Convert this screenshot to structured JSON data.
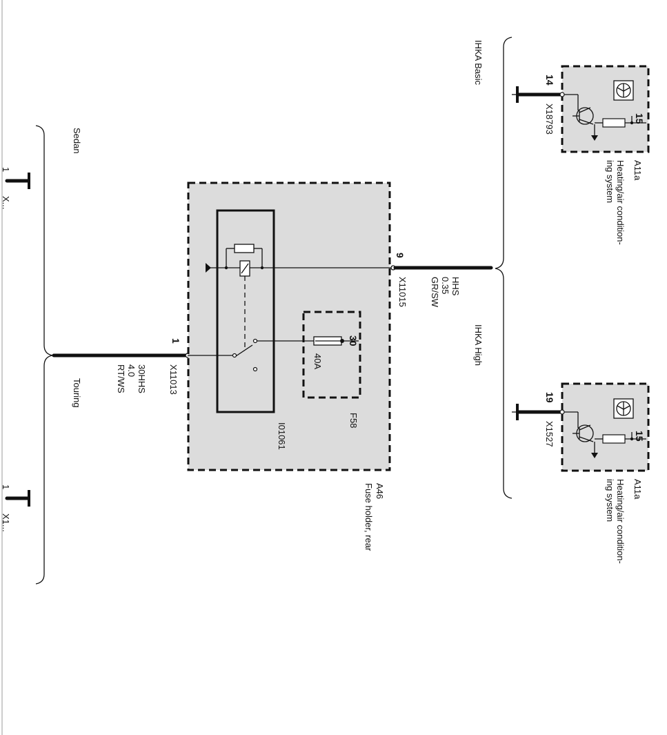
{
  "variants": {
    "sedan": "Sedan",
    "touring": "Touring",
    "ihka_basic": "IHKA Basic",
    "ihka_high": "IHKA High"
  },
  "fuse_holder": {
    "id": "A46",
    "name": "Fuse holder, rear",
    "relay_id": "I01061",
    "fuse": {
      "id": "F58",
      "rating": "40A",
      "terminal": "30"
    }
  },
  "connectors": {
    "x11013": {
      "id": "X11013",
      "pin": "1",
      "signal": "30HHS",
      "size": "4.0",
      "color": "RT/WS"
    },
    "x11015": {
      "id": "X11015",
      "pin": "9",
      "signal": "HHS",
      "size": "0.35",
      "color": "GR/SW"
    },
    "x18793": {
      "id": "X18793",
      "pin": "14"
    },
    "x1527": {
      "id": "X1527",
      "pin": "19"
    }
  },
  "modules": [
    {
      "id": "A11a",
      "name": "Heating/air condition-",
      "name2": "ing system",
      "pin": "15"
    },
    {
      "id": "A11a",
      "name": "Heating/air condition-",
      "name2": "ing system",
      "pin": "15"
    }
  ],
  "cut_labels": {
    "top": "X...",
    "bottom": "X1...",
    "pin_top": "1",
    "pin_bottom": "1"
  },
  "colors": {
    "ink": "#111111",
    "box_fill": "#dcdcdc",
    "page": "#ffffff"
  }
}
